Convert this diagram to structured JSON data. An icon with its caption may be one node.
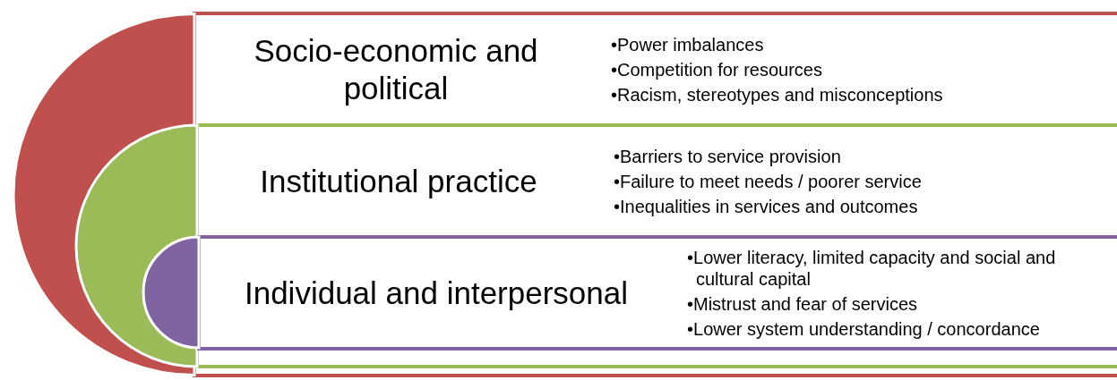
{
  "diagram": {
    "nodes": [
      {
        "text": [
          "Socio-economic and political",
          "•Power imbalances",
          "•Competition for resources",
          "•Racism, stereotypes and misconceptions"
        ]
      },
      {
        "text": [
          "Institutional practice",
          "•Barriers to service provision",
          "•Failure to meet needs / poorer service",
          "•Inequalities in services and outcomes"
        ],
        "in": 0
      },
      {
        "text": [
          "Individual and interpersonal",
          "•Lower literacy, limited capacity and social and cultural capital",
          "•Mistrust and fear of services",
          "•Lower system understanding / concordance"
        ],
        "in": 1
      }
    ]
  }
}
